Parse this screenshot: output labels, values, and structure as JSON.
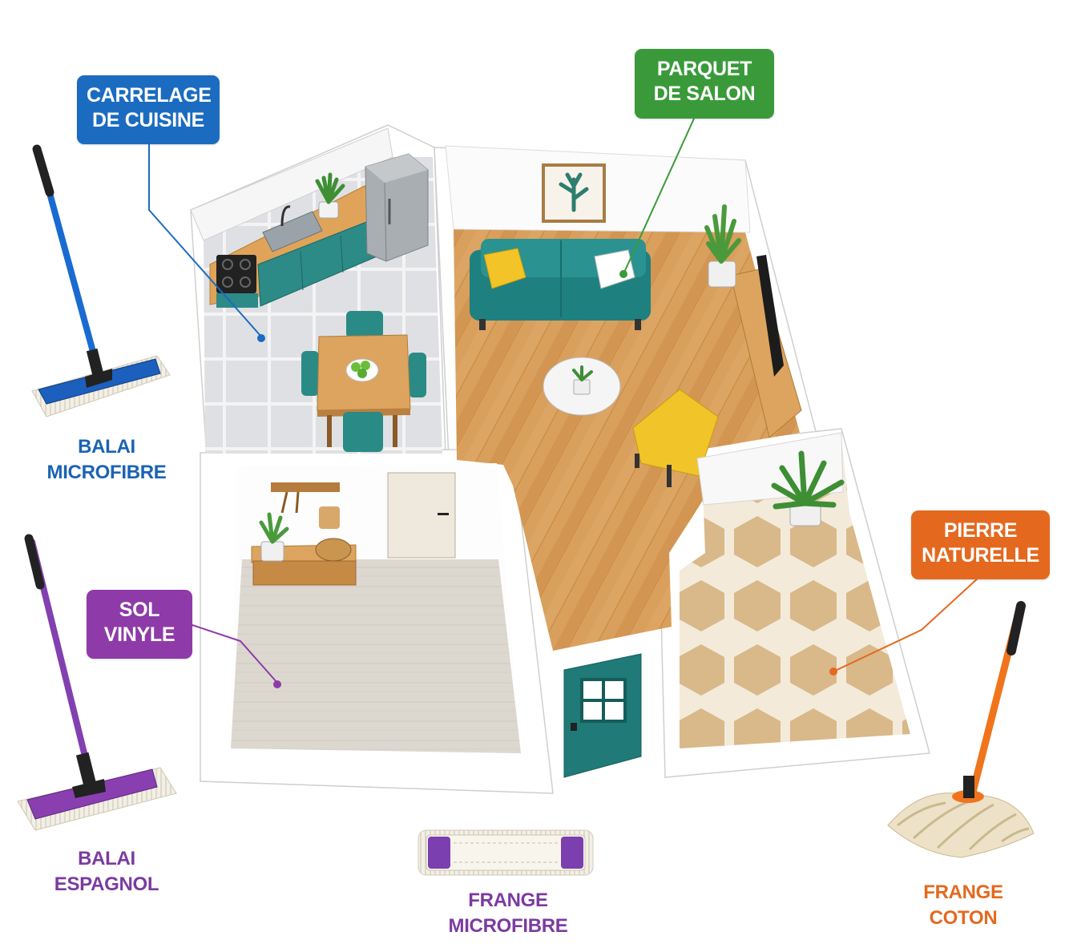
{
  "zones": {
    "kitchen": {
      "line1": "CARRELAGE",
      "line2": "DE CUISINE",
      "color": "#1b6cc0"
    },
    "living": {
      "line1": "PARQUET",
      "line2": "DE SALON",
      "color": "#3a9a3a"
    },
    "entry": {
      "line1": "SOL",
      "line2": "VINYLE",
      "color": "#8e3aa8"
    },
    "bathroom": {
      "line1": "PIERRE",
      "line2": "NATURELLE",
      "color": "#e4691f"
    }
  },
  "tools": {
    "microfiber_mop": {
      "line1": "BALAI",
      "line2": "MICROFIBRE",
      "color": "#1b63b3"
    },
    "spanish_mop": {
      "line1": "BALAI",
      "line2": "ESPAGNOL",
      "color": "#7b3b9f"
    },
    "microfiber_fringe": {
      "line1": "FRANGE",
      "line2": "MICROFIBRE",
      "color": "#7b3b9f"
    },
    "cotton_fringe": {
      "line1": "FRANGE",
      "line2": "COTON",
      "color": "#e4691f"
    }
  }
}
